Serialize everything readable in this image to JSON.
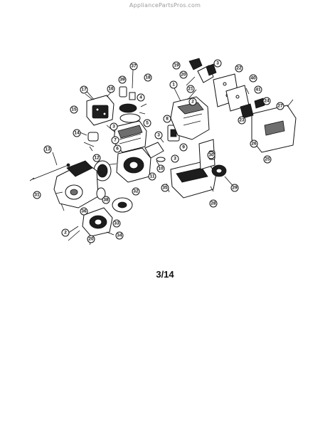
{
  "watermark": "AppliancePartsPros.com",
  "page_label": "3/14",
  "callouts": [
    "1",
    "2",
    "3",
    "4",
    "5",
    "6",
    "7",
    "8",
    "9",
    "10",
    "11",
    "12",
    "13",
    "14",
    "15",
    "16",
    "17",
    "18",
    "19",
    "20",
    "21",
    "22",
    "23",
    "24",
    "25",
    "26",
    "27",
    "28",
    "29",
    "30",
    "31",
    "32",
    "33",
    "34",
    "35",
    "36",
    "37",
    "38",
    "39",
    "40",
    "41"
  ],
  "colors": {
    "ink": "#111111",
    "watermark": "#9a9a9a",
    "background": "#ffffff"
  }
}
